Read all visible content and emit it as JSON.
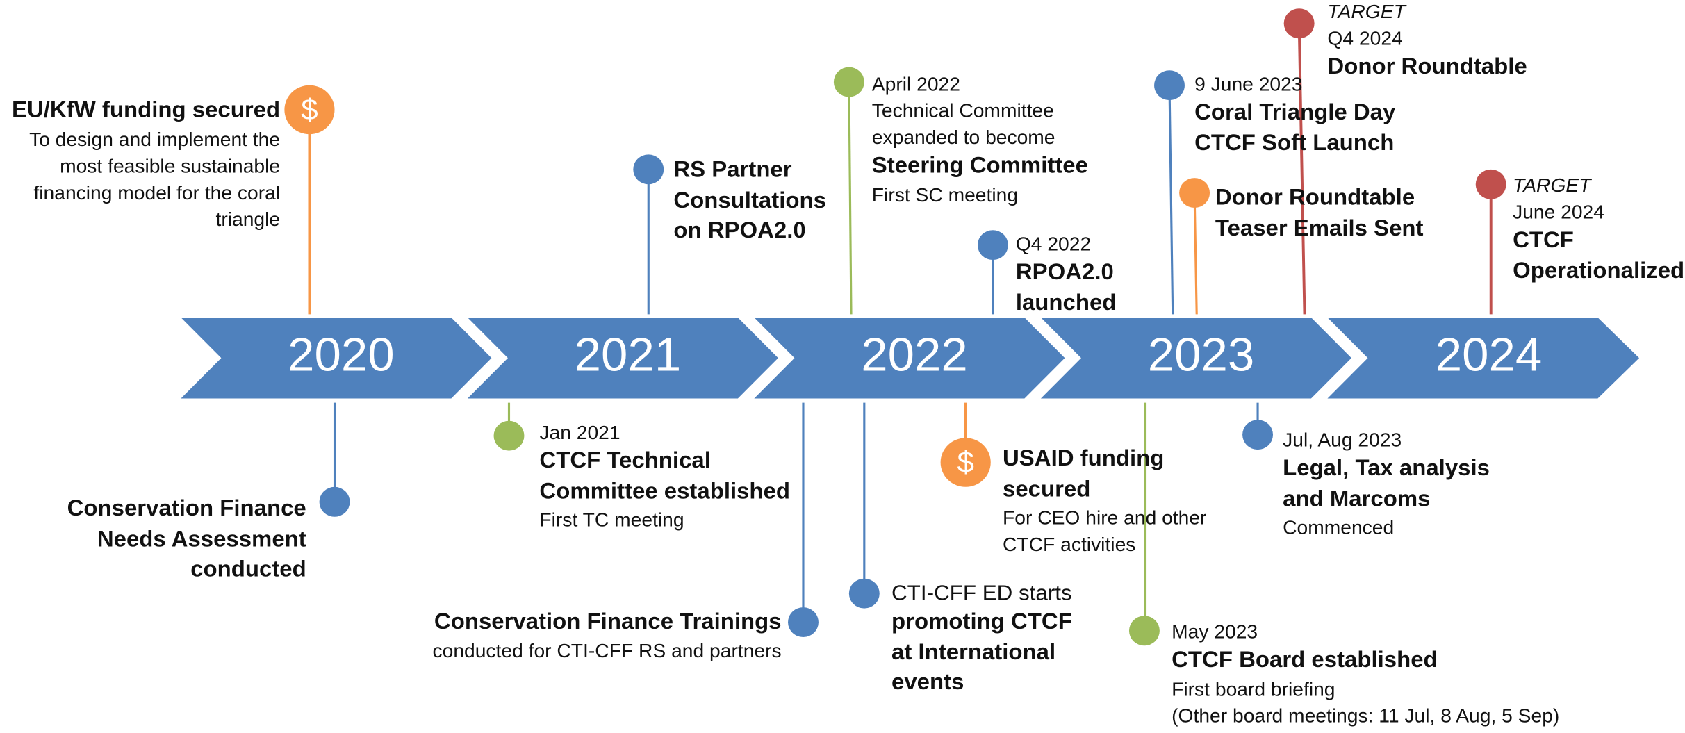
{
  "colors": {
    "chevron": "#4f81bd",
    "blue": "#4f81bd",
    "green": "#9bbb59",
    "orange": "#f79646",
    "red": "#c0504d"
  },
  "years": [
    "2020",
    "2021",
    "2022",
    "2023",
    "2024"
  ],
  "events": {
    "eu_kfw": {
      "title": "EU/KfW funding secured",
      "desc": "To design and implement the\nmost feasible sustainable\nfinancing model for the coral\ntriangle",
      "icon": "dollar-icon",
      "color": "orange"
    },
    "needs_assessment": {
      "title": "Conservation Finance\nNeeds Assessment\nconducted",
      "color": "blue"
    },
    "rs_partner": {
      "title": "RS Partner\nConsultations\non RPOA2.0",
      "color": "blue"
    },
    "tech_committee": {
      "date": "Jan 2021",
      "title": "CTCF Technical\nCommittee established",
      "desc": "First TC meeting",
      "color": "green"
    },
    "trainings": {
      "title": "Conservation Finance Trainings",
      "desc": "conducted for CTI-CFF RS and partners",
      "color": "blue"
    },
    "steering": {
      "date": "April 2022",
      "desc_pre": "Technical Committee\nexpanded to become",
      "title": "Steering Committee",
      "desc": "First SC meeting",
      "color": "green"
    },
    "rpoa": {
      "date": "Q4 2022",
      "title": "RPOA2.0\nlaunched",
      "color": "blue"
    },
    "cti_ed": {
      "desc_pre": "CTI-CFF ED starts",
      "title": "promoting CTCF\nat International\nevents",
      "color": "blue"
    },
    "usaid": {
      "title": "USAID funding\nsecured",
      "desc": "For CEO hire and other\nCTCF activities",
      "icon": "dollar-icon",
      "color": "orange"
    },
    "coral_day": {
      "date": "9 June 2023",
      "title": "Coral Triangle Day\nCTCF Soft Launch",
      "color": "blue"
    },
    "teaser": {
      "title": "Donor Roundtable\nTeaser Emails Sent",
      "color": "orange"
    },
    "board": {
      "date": "May 2023",
      "title": "CTCF Board established",
      "desc": "First board briefing\n(Other board meetings: 11 Jul, 8 Aug, 5 Sep)",
      "color": "green"
    },
    "legal": {
      "date": "Jul, Aug 2023",
      "title": "Legal, Tax analysis\nand Marcoms",
      "desc": "Commenced",
      "color": "blue"
    },
    "donor_roundtable": {
      "tag": "TARGET",
      "date": "Q4 2024",
      "title": "Donor Roundtable",
      "color": "red"
    },
    "operationalized": {
      "tag": "TARGET",
      "date": "June 2024",
      "title": "CTCF\nOperationalized",
      "color": "red"
    }
  }
}
